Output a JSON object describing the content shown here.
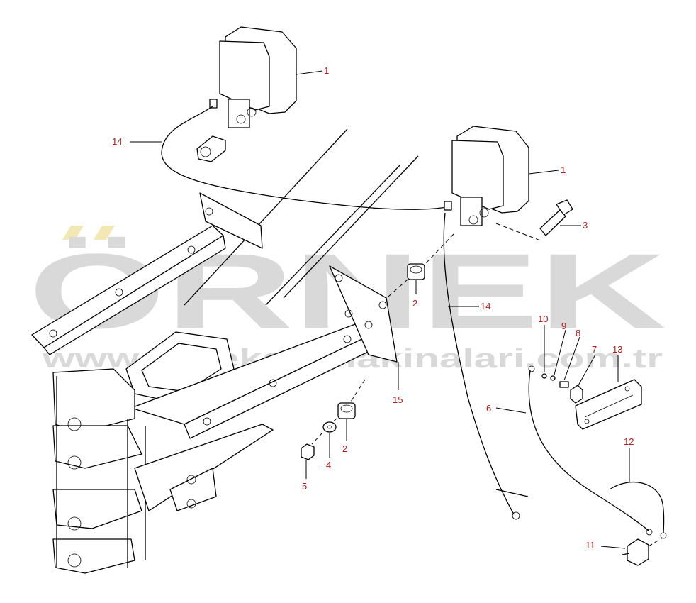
{
  "watermark": {
    "main": "ÖRNEK",
    "url": "www.orneksismakinalari.com.tr",
    "accent_color": "#f3e7b3",
    "text_color": "#d9d9d9"
  },
  "callouts": {
    "c1a": "1",
    "c1b": "1",
    "c2a": "2",
    "c2b": "2",
    "c3": "3",
    "c4": "4",
    "c5": "5",
    "c6": "6",
    "c7": "7",
    "c8": "8",
    "c9": "9",
    "c10": "10",
    "c11": "11",
    "c12": "12",
    "c13": "13",
    "c14a": "14",
    "c14b": "14",
    "c15": "15"
  },
  "callout_color": "#b01c1c"
}
